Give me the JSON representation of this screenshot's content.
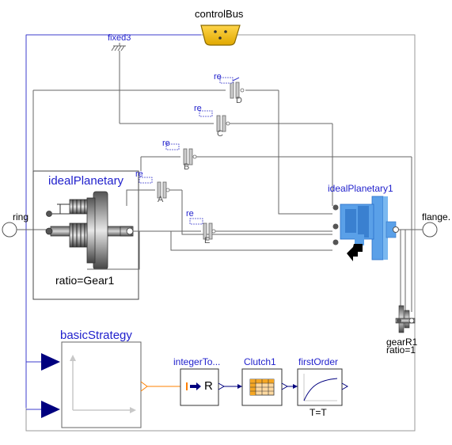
{
  "labels": {
    "control_bus": "controlBus",
    "fixed3": "fixed3",
    "ring": "ring",
    "flange": "flange.",
    "ideal_planetary": "idealPlanetary",
    "ideal_planetary1": "idealPlanetary1",
    "ratio": "ratio=Gear1",
    "gear_r1": "gearR1",
    "gear_r1_ratio": "ratio=1",
    "basic_strategy": "basicStrategy",
    "integer_to": "integerTo...",
    "integer_to_r": "R",
    "clutch1": "Clutch1",
    "first_order": "firstOrder",
    "first_order_param": "T=T"
  },
  "clutches": [
    {
      "id": "D",
      "re": "re"
    },
    {
      "id": "C",
      "re": "re"
    },
    {
      "id": "B",
      "re": "re"
    },
    {
      "id": "A",
      "re": "re"
    },
    {
      "id": "E",
      "re": "re"
    }
  ],
  "colors": {
    "bus_fill": "#f5c430",
    "planetary_blue": "#5aa0e8",
    "signal_blue": "#00007f",
    "integer_orange": "#ff8000",
    "component_label": "#1f1fcc"
  }
}
